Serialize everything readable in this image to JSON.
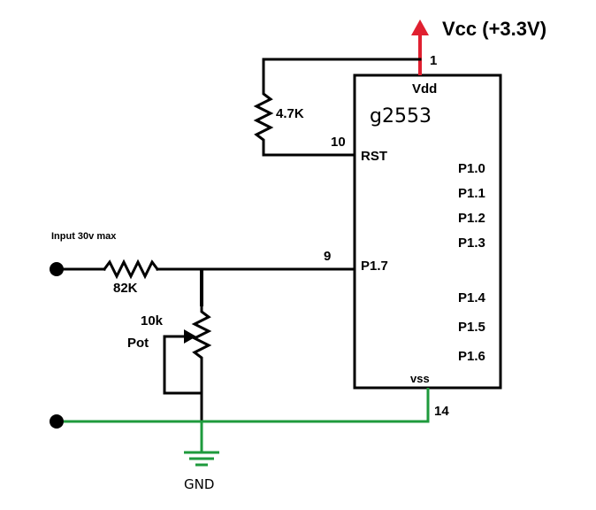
{
  "diagram": {
    "supply_label": "Vcc (+3.3V)",
    "chip_name": "g2553",
    "resistor_pullup": "4.7K",
    "resistor_series": "82K",
    "pot_value": "10k",
    "pot_label": "Pot",
    "input_label": "Input  30v max",
    "gnd_label": "GND",
    "pins": {
      "vdd_num": "1",
      "vdd": "Vdd",
      "rst_num": "10",
      "rst": "RST",
      "p17_num": "9",
      "p17": "P1.7",
      "vss": "vss",
      "vss_num": "14",
      "right": [
        "P1.0",
        "P1.1",
        "P1.2",
        "P1.3",
        "P1.4",
        "P1.5",
        "P1.6"
      ]
    },
    "colors": {
      "supply": "#e02030",
      "ground": "#1e9a3c",
      "wire": "#000000"
    }
  }
}
